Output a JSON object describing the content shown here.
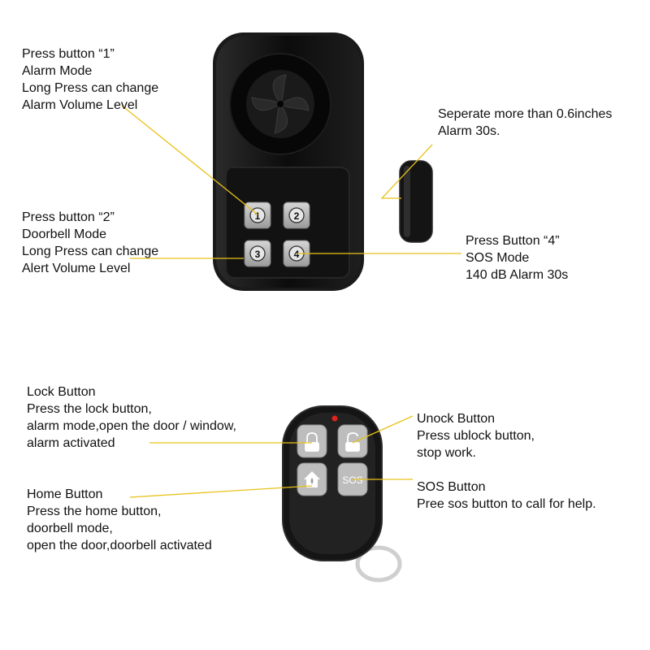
{
  "alarm_callouts": {
    "button1": [
      "Press button “1”",
      "Alarm Mode",
      "Long Press can change",
      "Alarm Volume Level"
    ],
    "separate": [
      "Seperate more than 0.6inches",
      "Alarm 30s."
    ],
    "button2": [
      "Press button “2”",
      "Doorbell Mode",
      "Long Press can change",
      "Alert Volume Level"
    ],
    "button4": [
      "Press Button “4”",
      "SOS Mode",
      "140 dB Alarm 30s"
    ]
  },
  "alarm_keys": [
    "1",
    "2",
    "3",
    "4"
  ],
  "remote_callouts": {
    "lock": [
      "Lock Button",
      "Press the lock button,",
      "alarm mode,open the door / window,",
      "alarm activated"
    ],
    "unlock": [
      "Unock Button",
      "Press ublock button,",
      "stop work."
    ],
    "home": [
      "Home Button",
      "Press the home button,",
      "doorbell mode,",
      "open the door,doorbell activated"
    ],
    "sos": [
      "SOS Button",
      "Pree sos button to call for help."
    ]
  },
  "remote_keys": {
    "sos_label": "SOS"
  },
  "colors": {
    "leader": "#e8c21a",
    "device": "#101010",
    "key": "#b9b9b9",
    "led": "#e0241b"
  }
}
